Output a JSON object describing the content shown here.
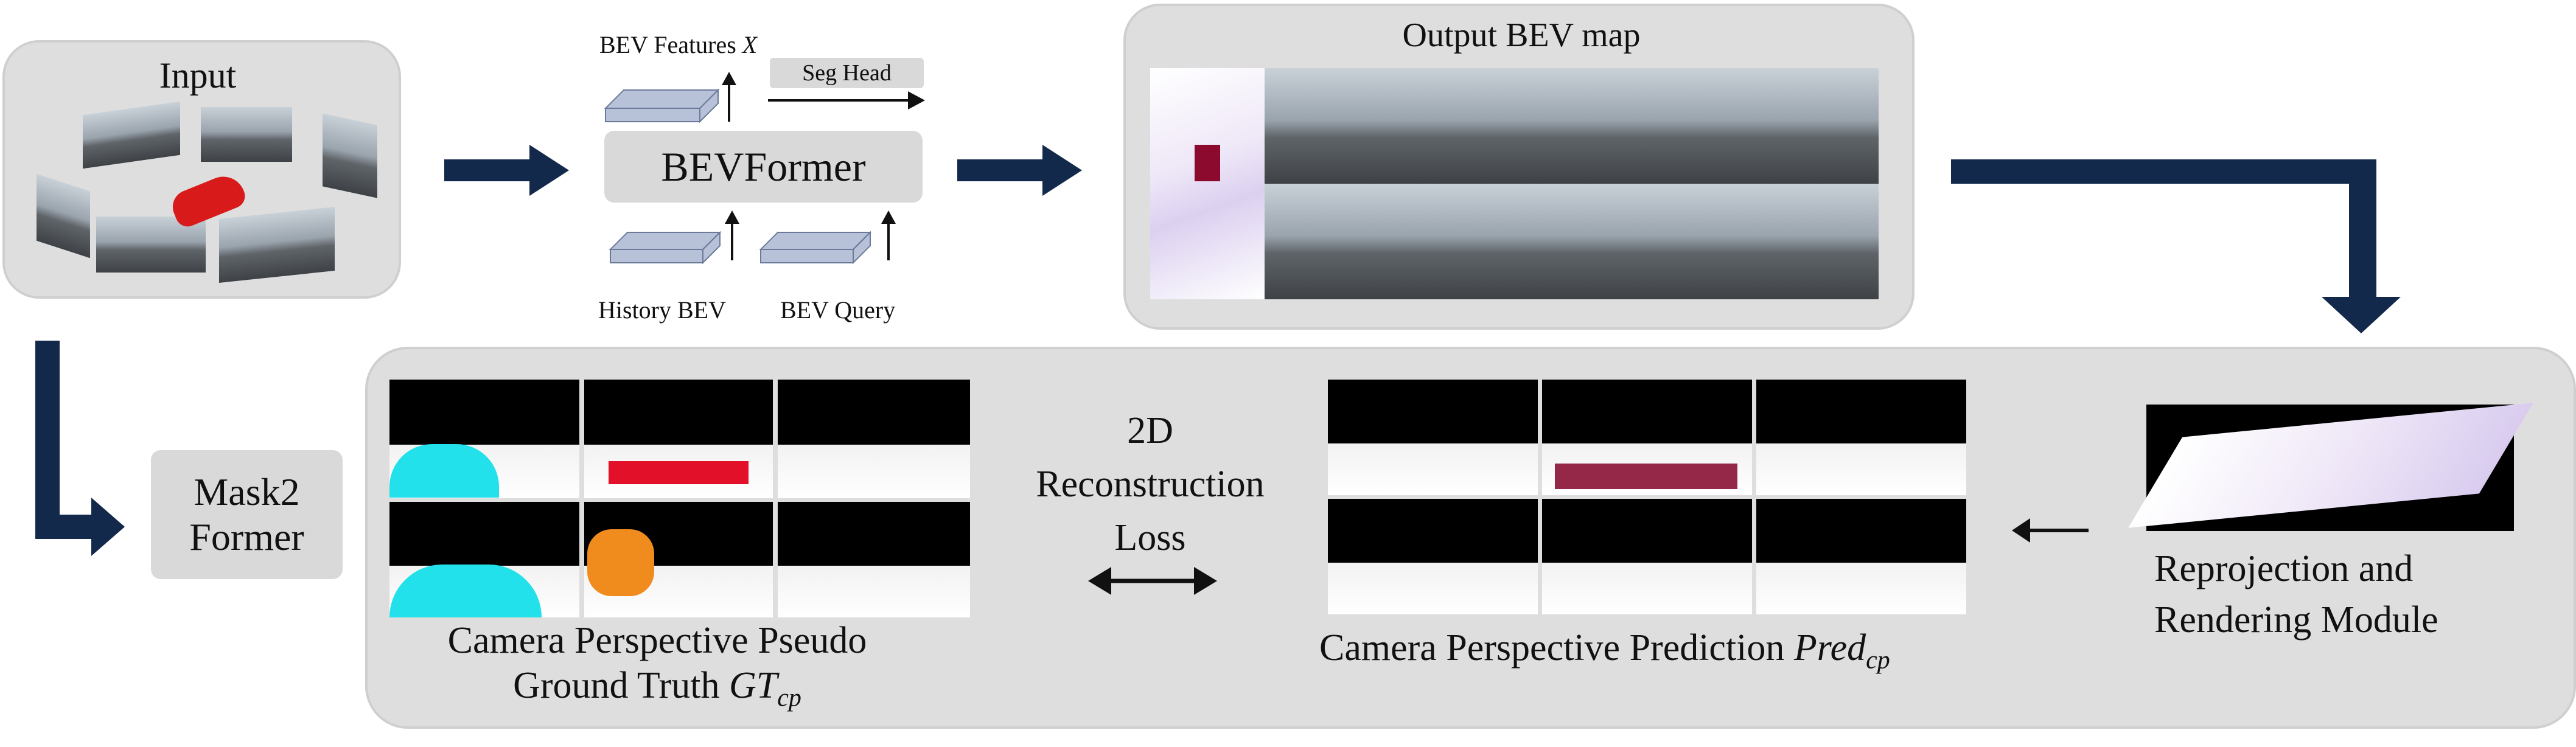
{
  "input_panel": {
    "title": "Input"
  },
  "bevformer": {
    "label": "BEVFormer",
    "bev_features": "BEV Features ",
    "bev_features_var": "X",
    "seg_head": "Seg Head",
    "history_bev": "History BEV",
    "bev_query": "BEV Query"
  },
  "output_panel": {
    "title": "Output BEV map"
  },
  "mask2former": {
    "label_line1": "Mask2",
    "label_line2": "Former"
  },
  "loss": {
    "line1": "2D",
    "line2": "Reconstruction",
    "line3": "Loss"
  },
  "gt": {
    "line1": "Camera Perspective Pseudo",
    "line2": "Ground Truth ",
    "math_main": "GT",
    "math_sub": "cp"
  },
  "pred": {
    "text": "Camera Perspective Prediction ",
    "math_main": "Pred",
    "math_sub": "cp"
  },
  "reprojection": {
    "line1": "Reprojection and",
    "line2": "Rendering Module"
  },
  "colors": {
    "arrow": "#13294b",
    "panel": "#dedede",
    "button": "#d9d9d9"
  }
}
